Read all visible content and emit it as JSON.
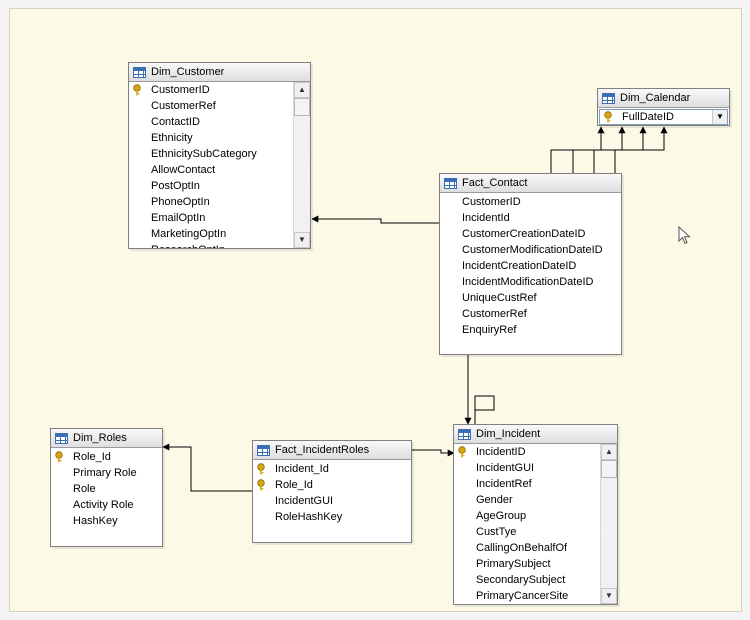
{
  "tables": {
    "dim_customer": {
      "title": "Dim_Customer",
      "columns": [
        "CustomerID",
        "CustomerRef",
        "ContactID",
        "Ethnicity",
        "EthnicitySubCategory",
        "AllowContact",
        "PostOptIn",
        "PhoneOptIn",
        "EmailOptIn",
        "MarketingOptIn",
        "ResearchOptIn"
      ],
      "keys": [
        0
      ]
    },
    "dim_calendar": {
      "title": "Dim_Calendar",
      "columns": [
        "FullDateID"
      ],
      "keys": [
        0
      ]
    },
    "fact_contact": {
      "title": "Fact_Contact",
      "columns": [
        "CustomerID",
        "IncidentId",
        "CustomerCreationDateID",
        "CustomerModificationDateID",
        "IncidentCreationDateID",
        "IncidentModificationDateID",
        "UniqueCustRef",
        "CustomerRef",
        "EnquiryRef"
      ],
      "keys": []
    },
    "dim_roles": {
      "title": "Dim_Roles",
      "columns": [
        "Role_Id",
        "Primary Role",
        "Role",
        "Activity Role",
        "HashKey"
      ],
      "keys": [
        0
      ]
    },
    "fact_incident_roles": {
      "title": "Fact_IncidentRoles",
      "columns": [
        "Incident_Id",
        "Role_Id",
        "IncidentGUI",
        "RoleHashKey"
      ],
      "keys": [
        0,
        1
      ]
    },
    "dim_incident": {
      "title": "Dim_Incident",
      "columns": [
        "IncidentID",
        "IncidentGUI",
        "IncidentRef",
        "Gender",
        "AgeGroup",
        "CustTye",
        "CallingOnBehalfOf",
        "PrimarySubject",
        "SecondarySubject",
        "PrimaryCancerSite"
      ],
      "keys": [
        0
      ]
    }
  },
  "colors": {
    "canvas": "#fcf9e6",
    "line": "#000000",
    "key": "#d9a514"
  }
}
